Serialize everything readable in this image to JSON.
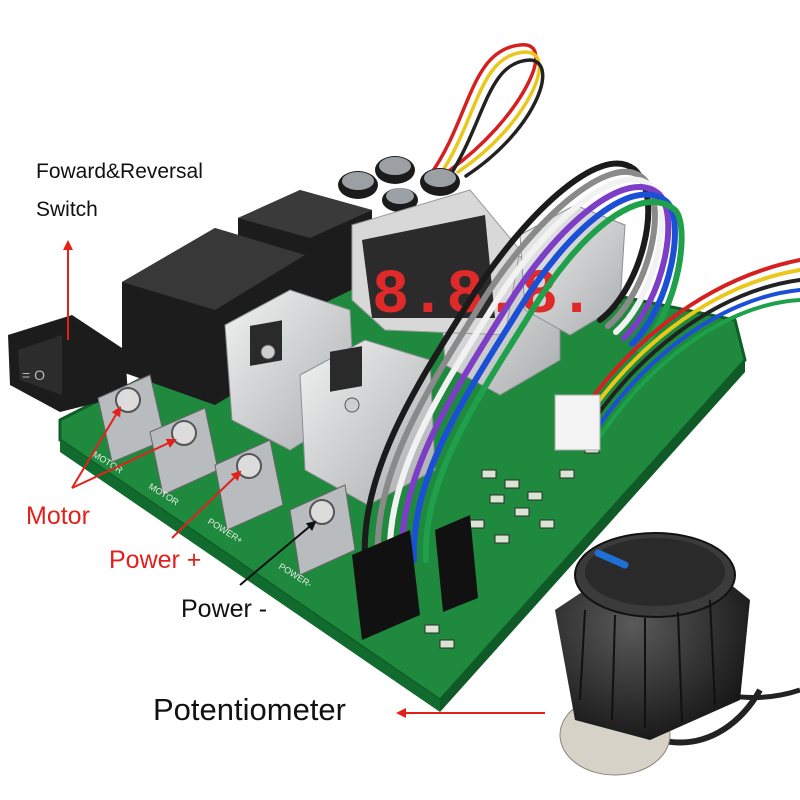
{
  "labels": {
    "switch_line1": "Foward&Reversal",
    "switch_line2": "Switch",
    "motor": "Motor",
    "power_plus": "Power +",
    "power_minus": "Power -",
    "potentiometer": "Potentiometer"
  },
  "board_silkscreen": {
    "terminal_1": "MOTOR",
    "terminal_2": "MOTOR",
    "terminal_3": "POWER+",
    "terminal_4": "POWER-"
  },
  "display": {
    "digits": "8.8.8."
  },
  "colors": {
    "pcb": "#1f8a3e",
    "arrow": "#e4201b",
    "label_red": "#e4201b",
    "label_black": "#111111",
    "display_digits": "#e02a2a",
    "knob_marker": "#1f6fd6"
  }
}
